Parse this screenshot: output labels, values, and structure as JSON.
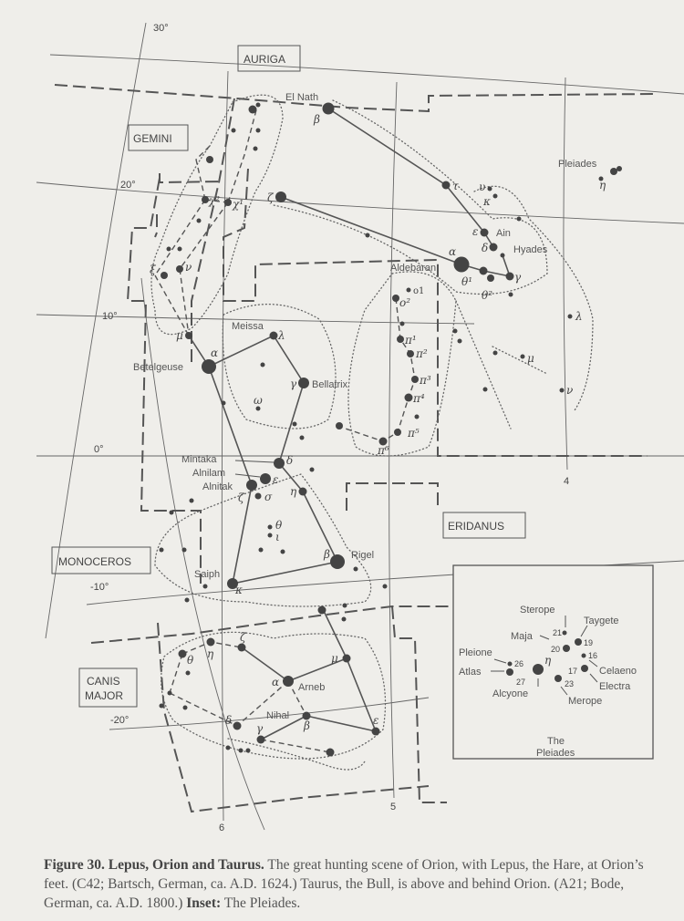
{
  "constellation_boxes": {
    "auriga": "AURIGA",
    "gemini": "GEMINI",
    "monoceros": "MONOCEROS",
    "eridanus": "ERIDANUS",
    "canis_major_1": "CANIS",
    "canis_major_2": "MAJOR"
  },
  "declinations": {
    "d30": "30°",
    "d20": "20°",
    "d10": "10°",
    "d0": "0°",
    "dm10": "-10°",
    "dm20": "-20°"
  },
  "right_ascension": {
    "ra6": "6",
    "ra5": "5",
    "ra4": "4"
  },
  "star_names": {
    "elnath": "El Nath",
    "aldebaran": "Aldebaran",
    "ain": "Ain",
    "hyades": "Hyades",
    "pleiades": "Pleiades",
    "meissa": "Meissa",
    "betelgeuse": "Betelgeuse",
    "bellatrix": "Bellatrix",
    "mintaka": "Mintaka",
    "alnilam": "Alnilam",
    "alnitak": "Alnitak",
    "rigel": "Rigel",
    "saiph": "Saiph",
    "arneb": "Arneb",
    "nihal": "Nihal"
  },
  "greek": {
    "beta": "β",
    "tau": "τ",
    "zeta": "ζ",
    "upsilon": "υ",
    "kappa": "κ",
    "epsilon": "ε",
    "delta": "δ",
    "alpha": "α",
    "gamma": "γ",
    "theta1": "θ¹",
    "theta2": "θ²",
    "eta": "η",
    "lambda": "λ",
    "mu": "μ",
    "nu": "ν",
    "xi": "ξ",
    "chi2": "χ²",
    "chi1": "χ¹",
    "o1": "o1",
    "o2": "o²",
    "pi1": "π¹",
    "pi2": "π²",
    "pi3": "π³",
    "pi4": "π⁴",
    "pi5": "π⁵",
    "pi6": "π⁶",
    "omega": "ω",
    "sigma": "σ",
    "theta": "θ",
    "iota": "ι"
  },
  "inset": {
    "title_1": "The",
    "title_2": "Pleiades",
    "stars": {
      "sterope": "Sterope",
      "taygete": "Taygete",
      "maja": "Maja",
      "pleione": "Pleione",
      "atlas": "Atlas",
      "alcyone": "Alcyone",
      "merope": "Merope",
      "celaeno": "Celaeno",
      "electra": "Electra",
      "eta": "η"
    },
    "numbers": {
      "n21": "21",
      "n19": "19",
      "n20": "20",
      "n16": "16",
      "n26": "26",
      "n27": "27",
      "n17": "17",
      "n23": "23"
    }
  },
  "caption": {
    "bold_title": "Figure 30. Lepus, Orion and Taurus.",
    "text": " The great hunting scene of Orion, with Lepus, the Hare, at Orion’s feet. (C42; Bartsch, German, ca. A.D. 1624.) Taurus, the Bull, is above and behind Orion. (A21; Bode, German, ca. A.D. 1800.) ",
    "inset_label": "Inset:",
    "inset_text": " The Pleiades."
  }
}
